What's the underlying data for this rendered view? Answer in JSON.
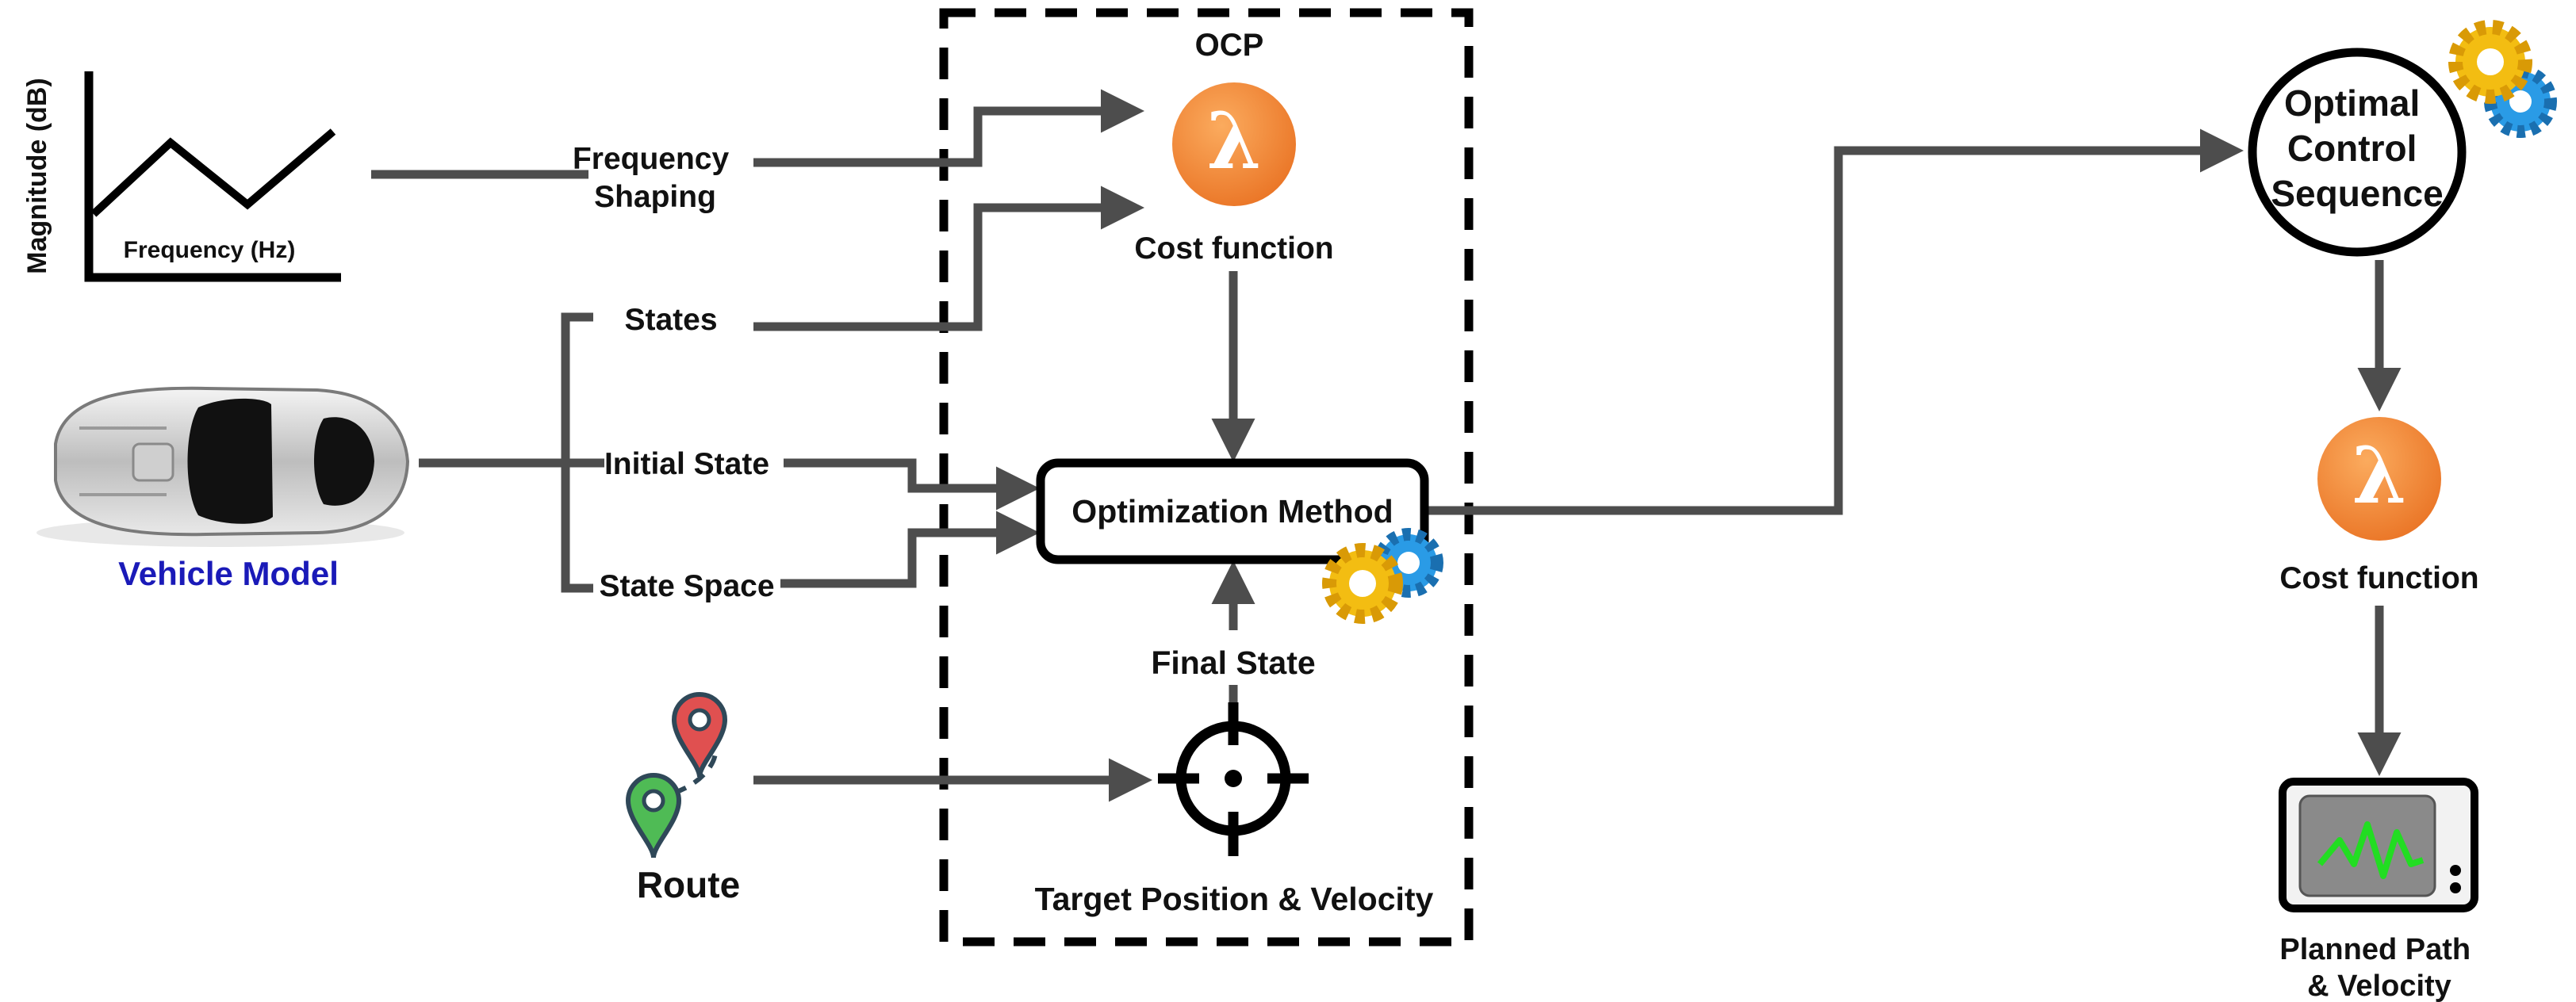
{
  "colors": {
    "arrow": "#4d4d4d",
    "lambda_orange": "#f0822f",
    "vehicle_label": "#1a1ab8",
    "monitor_screen": "#8a8a8a",
    "monitor_trace": "#22dd22",
    "pin_red": "#e05050",
    "pin_green": "#4fbb55",
    "gear_yellow": "#f3bd12",
    "gear_blue": "#2a9be6"
  },
  "icons": {
    "lambda_top": "lambda-icon",
    "lambda_right": "lambda-icon",
    "gears": "gears-icon",
    "vehicle": "car-top-view-icon",
    "route": "map-pins-route-icon",
    "target": "crosshair-target-icon",
    "monitor": "monitor-waveform-icon",
    "graph": "frequency-response-graph-icon"
  },
  "graph": {
    "ylabel": "Magnitude (dB)",
    "xlabel": "Frequency (Hz)"
  },
  "inputs": {
    "frequency_shaping": [
      "Frequency",
      "Shaping"
    ],
    "states": "States",
    "initial_state": "Initial State",
    "state_space": "State Space",
    "vehicle_model": "Vehicle Model",
    "route": "Route"
  },
  "ocp": {
    "title": "OCP",
    "cost_function": "Cost function",
    "optimization_method": "Optimization Method",
    "final_state": "Final State",
    "target": "Target Position & Velocity"
  },
  "output": {
    "optimal_control_sequence": [
      "Optimal",
      "Control",
      "Sequence"
    ],
    "cost_function": "Cost function",
    "planned_path": [
      "Planned Path",
      "& Velocity"
    ]
  }
}
